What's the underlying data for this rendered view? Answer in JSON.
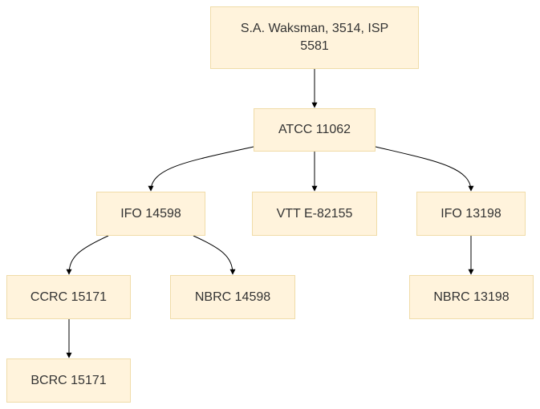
{
  "diagram": {
    "nodes": [
      {
        "id": "root",
        "label": "S.A. Waksman, 3514, ISP 5581"
      },
      {
        "id": "atcc",
        "label": "ATCC 11062"
      },
      {
        "id": "ifo1",
        "label": "IFO 14598"
      },
      {
        "id": "vtt",
        "label": "VTT E-82155"
      },
      {
        "id": "ifo2",
        "label": "IFO 13198"
      },
      {
        "id": "ccrc",
        "label": "CCRC 15171"
      },
      {
        "id": "nbrc1",
        "label": "NBRC 14598"
      },
      {
        "id": "nbrc2",
        "label": "NBRC 13198"
      },
      {
        "id": "bcrc",
        "label": "BCRC 15171"
      }
    ],
    "edges": [
      {
        "from": "root",
        "to": "atcc"
      },
      {
        "from": "atcc",
        "to": "ifo1"
      },
      {
        "from": "atcc",
        "to": "vtt"
      },
      {
        "from": "atcc",
        "to": "ifo2"
      },
      {
        "from": "ifo1",
        "to": "ccrc"
      },
      {
        "from": "ifo1",
        "to": "nbrc1"
      },
      {
        "from": "ifo2",
        "to": "nbrc2"
      },
      {
        "from": "ccrc",
        "to": "bcrc"
      }
    ],
    "colors": {
      "node_fill": "#fff3dc",
      "node_border": "#f0dca8",
      "edge": "#000000",
      "text": "#333333"
    }
  }
}
